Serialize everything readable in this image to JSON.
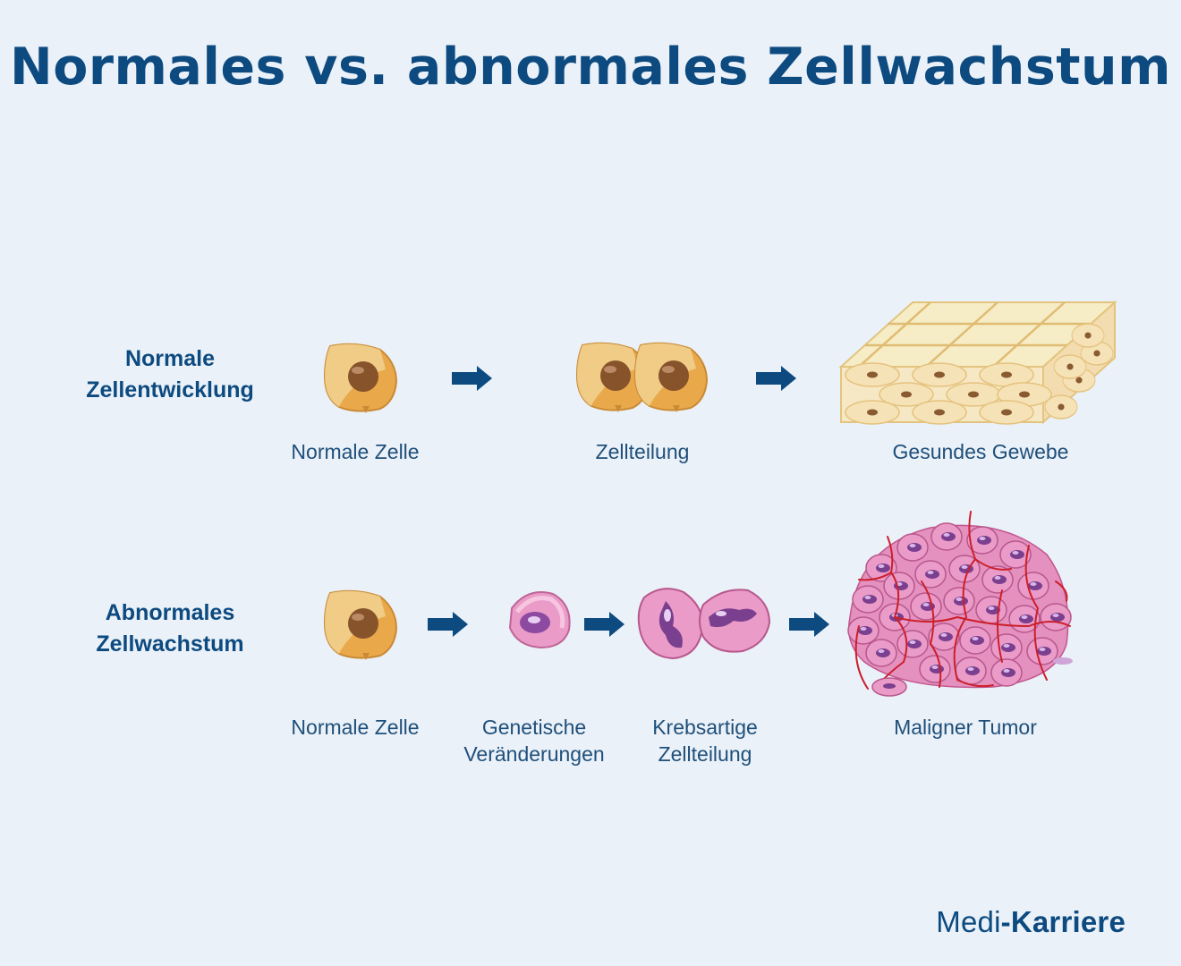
{
  "title": "Normales vs. abnormales Zellwachstum",
  "rows": [
    {
      "label_line1": "Normale",
      "label_line2": "Zellentwicklung",
      "stages": [
        {
          "caption": [
            "Normale Zelle"
          ]
        },
        {
          "caption": [
            "Zellteilung"
          ]
        },
        {
          "caption": [
            "Gesundes Gewebe"
          ]
        }
      ]
    },
    {
      "label_line1": "Abnormales",
      "label_line2": "Zellwachstum",
      "stages": [
        {
          "caption": [
            "Normale Zelle"
          ]
        },
        {
          "caption": [
            "Genetische",
            "Veränderungen"
          ]
        },
        {
          "caption": [
            "Krebsartige",
            "Zellteilung"
          ]
        },
        {
          "caption": [
            "Maligner Tumor"
          ]
        }
      ]
    }
  ],
  "brand": {
    "part1": "Medi",
    "separator": "-",
    "part2": "Karriere"
  },
  "colors": {
    "title": "#0d4a80",
    "arrow": "#0d4a80",
    "normal_cell": "#e9a94a",
    "abnormal_cell": "#e58bbd",
    "tissue": "#f6e8c4",
    "blood_vessel": "#cc1f2a"
  }
}
